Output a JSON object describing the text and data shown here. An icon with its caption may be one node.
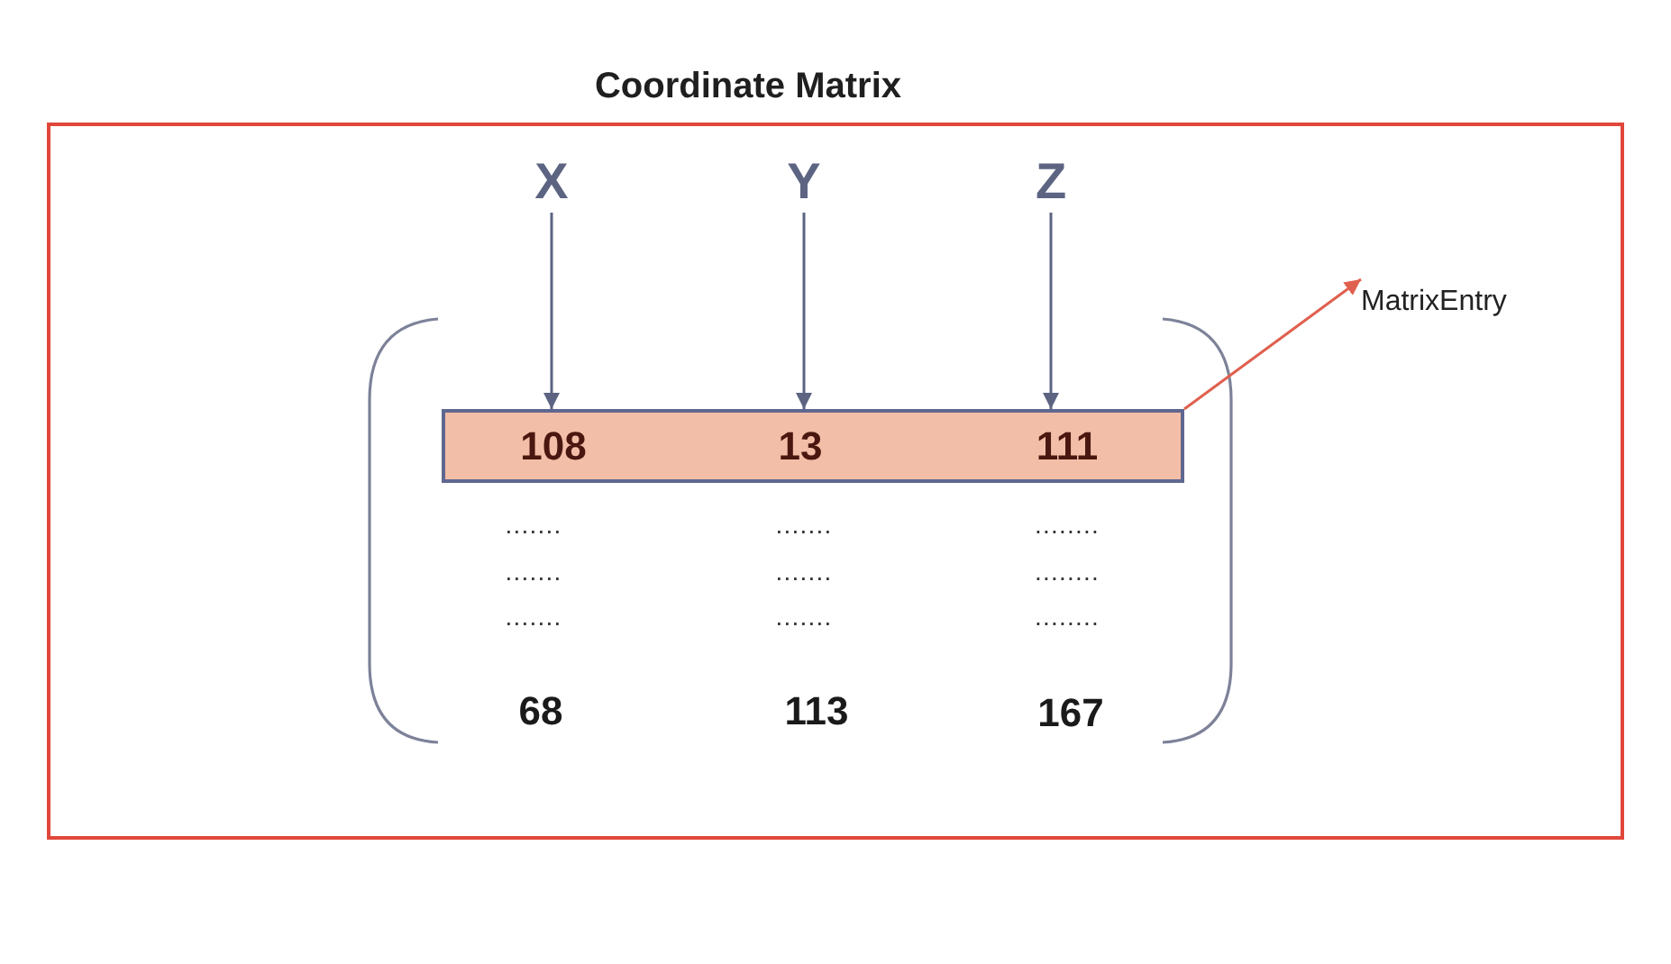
{
  "diagram": {
    "nodes": [
      {
        "text": [
          "Coordinate Matrix"
        ]
      },
      {
        "text": [
          "X"
        ],
        "in": 0
      },
      {
        "text": [
          "Y"
        ],
        "in": 0
      },
      {
        "text": [
          "Z"
        ],
        "in": 0
      },
      {
        "text": [
          "108",
          "13",
          "111"
        ],
        "in": 0
      },
      {
        "text": [
          "MatrixEntry"
        ],
        "in": 0
      }
    ],
    "edges": [
      {
        "from": 1,
        "to": 4,
        "arrow": "to"
      },
      {
        "from": 2,
        "to": 4,
        "arrow": "to"
      },
      {
        "from": 3,
        "to": 4,
        "arrow": "to"
      },
      {
        "from": 4,
        "to": 5,
        "arrow": "to",
        "color": "#e0604f"
      }
    ],
    "labels": [
      ".......",
      ".......",
      "........",
      ".......",
      ".......",
      "........",
      ".......",
      ".......",
      "........",
      "68",
      "113",
      "167"
    ]
  }
}
